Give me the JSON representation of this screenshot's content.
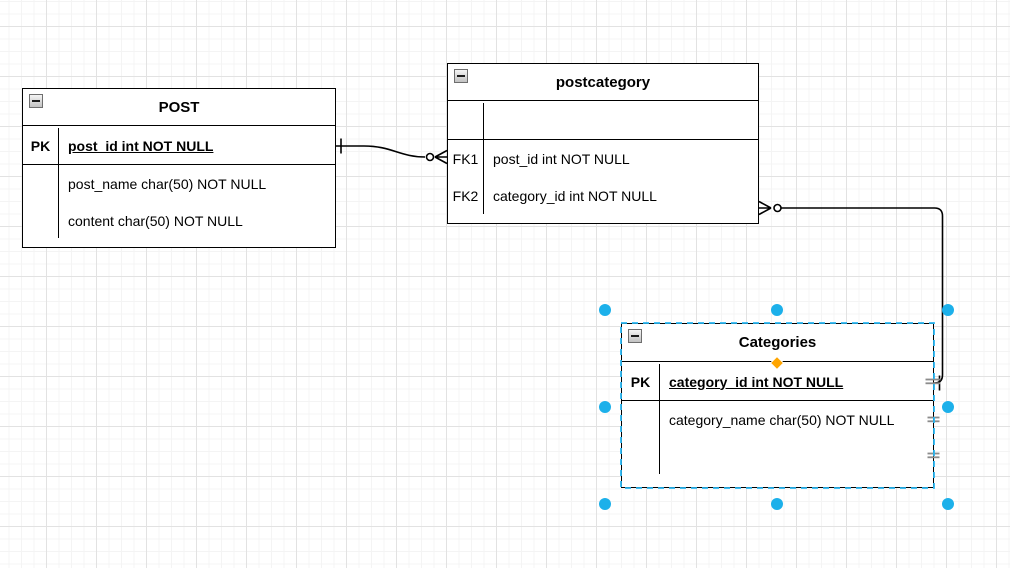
{
  "canvas": {
    "kind": "er-diagram-grid-canvas"
  },
  "icons": {
    "collapse": "minus-in-square",
    "one_marker": "single-dash",
    "zero_or_many_marker": "circle-crows-foot",
    "connection_point": "double-dash",
    "anchor": "orange-diamond",
    "resize_handle": "cyan-circle"
  },
  "colors": {
    "line": "#000000",
    "table_bg": "#ffffff",
    "selection": "#29b6f2",
    "handle": "#1cb0ea",
    "anchor": "#ffa500",
    "connection_point": "#8c8c8c",
    "grid_major": "#e2e2e2",
    "grid_minor": "#f4f4f4"
  },
  "entities": {
    "post": {
      "title": "POST",
      "pk_key": "PK",
      "pk_value": "post_id int NOT NULL",
      "fields": [
        "post_name char(50) NOT NULL",
        "content char(50) NOT NULL"
      ]
    },
    "postcategory": {
      "title": "postcategory",
      "pk_key": "",
      "pk_value": "",
      "rows": [
        {
          "key": "FK1",
          "value": "post_id int NOT NULL"
        },
        {
          "key": "FK2",
          "value": "category_id int NOT NULL"
        }
      ]
    },
    "categories": {
      "title": "Categories",
      "pk_key": "PK",
      "pk_value": "category_id int NOT NULL",
      "fields": [
        "category_name char(50) NOT NULL"
      ]
    }
  },
  "relations": [
    {
      "from": "POST.post_id",
      "to": "postcategory.post_id",
      "from_cardinality": "one",
      "to_cardinality": "zero-or-many"
    },
    {
      "from": "Categories.category_id",
      "to": "postcategory.category_id",
      "from_cardinality": "one",
      "to_cardinality": "zero-or-many"
    }
  ],
  "selection": {
    "selected_entity": "Categories"
  }
}
